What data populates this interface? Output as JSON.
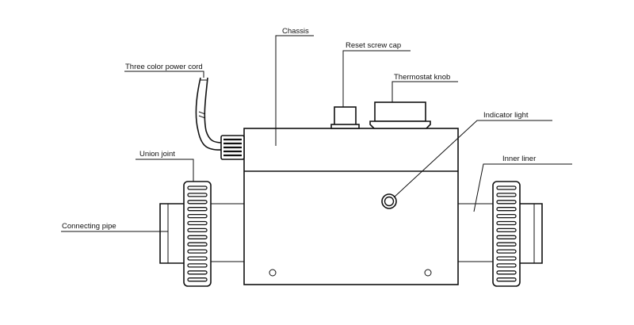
{
  "labels": {
    "chassis": "Chassis",
    "reset_screw_cap": "Reset screw cap",
    "three_color_power_cord": "Three color power cord",
    "thermostat_knob": "Thermostat knob",
    "indicator_light": "Indicator light",
    "union_joint": "Union joint",
    "inner_liner": "Inner liner",
    "connecting_pipe": "Connecting pipe"
  },
  "colors": {
    "line": "#111111",
    "background": "#ffffff"
  }
}
